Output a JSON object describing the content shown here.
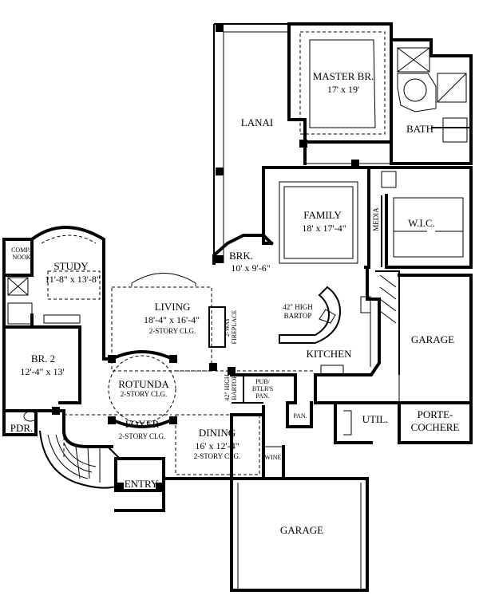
{
  "rooms": {
    "master_br": {
      "name": "MASTER BR.",
      "dim": "17' x 19'"
    },
    "bath": {
      "name": "BATH"
    },
    "lanai": {
      "name": "LANAI"
    },
    "family": {
      "name": "FAMILY",
      "dim": "18' x 17'-4\""
    },
    "media": {
      "name": "MEDIA"
    },
    "wic": {
      "name": "W.I.C."
    },
    "brk": {
      "name": "BRK.",
      "dim": "10' x 9'-6\""
    },
    "comp_nook": {
      "line1": "COMP.",
      "line2": "NOOK"
    },
    "study": {
      "name": "STUDY",
      "dim": "11'-8\" x 13'-8\""
    },
    "living": {
      "name": "LIVING",
      "dim": "18'-4\" x 16'-4\"",
      "note": "2-STORY CLG."
    },
    "fireplace": {
      "line1": "2-WAY",
      "line2": "FIREPLACE"
    },
    "bartop": {
      "line1": "42\" HIGH",
      "line2": "BARTOP"
    },
    "kitchen": {
      "name": "KITCHEN"
    },
    "garage_right": {
      "name": "GARAGE"
    },
    "br2": {
      "name": "BR. 2",
      "dim": "12'-4\" x 13'"
    },
    "rotunda": {
      "name": "ROTUNDA",
      "note": "2-STORY CLG."
    },
    "bartop2": {
      "line1": "42\" HIGH",
      "line2": "BARTOP"
    },
    "pub": {
      "line1": "PUB/",
      "line2": "BTLR'S",
      "line3": "PAN."
    },
    "pan": {
      "name": "PAN."
    },
    "util": {
      "name": "UTIL."
    },
    "porte": {
      "line1": "PORTE-",
      "line2": "COCHERE"
    },
    "pdr": {
      "name": "PDR."
    },
    "foyer": {
      "name": "FOYER",
      "note": "2-STORY CLG."
    },
    "dining": {
      "name": "DINING",
      "dim": "16' x 12'-4\"",
      "note": "2-STORY CLG."
    },
    "wine": {
      "name": "WINE"
    },
    "entry": {
      "name": "ENTRY"
    },
    "garage_bottom": {
      "name": "GARAGE"
    }
  }
}
